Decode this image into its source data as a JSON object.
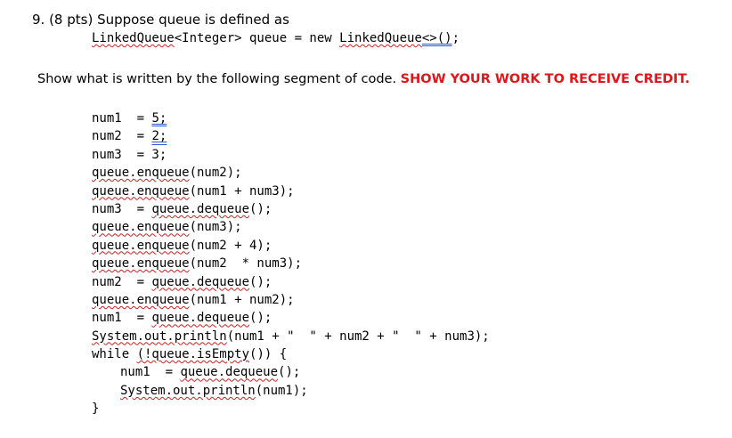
{
  "question": {
    "header": "9. (8 pts) Suppose queue is defined as",
    "declaration": {
      "type_part": "LinkedQueue",
      "generic": "<Integer>",
      "middle": " queue = new ",
      "ctor": "LinkedQueue",
      "diamond": "<>",
      "parens": "()",
      "end": ";"
    },
    "instruction_plain": "Show what is written by the following segment of code. ",
    "instruction_emphasis": "SHOW YOUR WORK TO RECEIVE CREDIT."
  },
  "code": {
    "l1_prefix": "num1  = ",
    "l1_value": "5;",
    "l2_prefix": "num2  = ",
    "l2_value": "2;",
    "l3": "num3  = 3;",
    "l4_call": "queue.enqueue",
    "l4_rest": "(num2);",
    "l5_call": "queue.enqueue",
    "l5_rest": "(num1 + num3);",
    "l6_prefix": "num3  = ",
    "l6_call": "queue.dequeue",
    "l6_rest": "();",
    "l7_call": "queue.enqueue",
    "l7_rest": "(num3);",
    "l8_call": "queue.enqueue",
    "l8_rest": "(num2 + 4);",
    "l9_call": "queue.enqueue",
    "l9_rest": "(num2  * num3);",
    "l10_prefix": "num2  = ",
    "l10_call": "queue.dequeue",
    "l10_rest": "();",
    "l11_call": "queue.enqueue",
    "l11_rest": "(num1 + num2);",
    "l12_prefix": "num1  = ",
    "l12_call": "queue.dequeue",
    "l12_rest": "();",
    "l13_call": "System.out.println",
    "l13_rest": "(num1 + \"  \" + num2 + \"  \" + num3);",
    "l14_kw": "while ",
    "l14_cond": "(!queue.isEmpty",
    "l14_rest": "()) {",
    "l15_prefix": "num1  = ",
    "l15_call": "queue.dequeue",
    "l15_rest": "();",
    "l16_call": "System.out.println",
    "l16_rest": "(num1);",
    "l17": "}"
  }
}
